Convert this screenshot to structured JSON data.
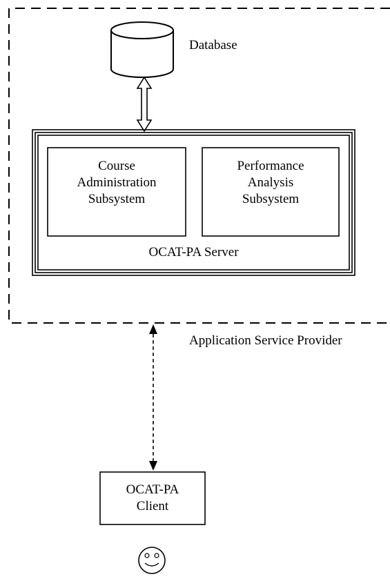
{
  "diagram": {
    "provider": {
      "label": "Application Service Provider"
    },
    "database": {
      "label": "Database"
    },
    "server": {
      "label": "OCAT-PA Server",
      "subsystems": [
        {
          "lines": [
            "Course",
            "Administration",
            "Subsystem"
          ]
        },
        {
          "lines": [
            "Performance",
            "Analysis",
            "Subsystem"
          ]
        }
      ]
    },
    "client": {
      "lines": [
        "OCAT-PA",
        "Client"
      ]
    },
    "user": {
      "icon": "smiley-user-icon"
    }
  }
}
